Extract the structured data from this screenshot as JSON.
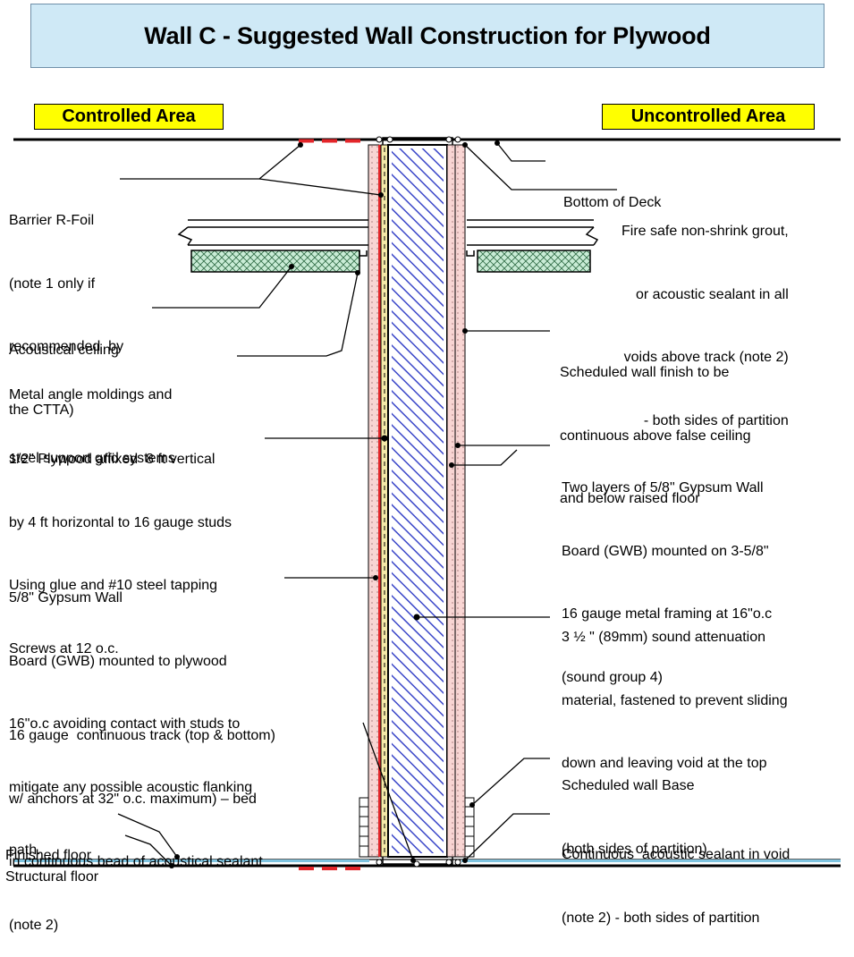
{
  "title": "Wall C - Suggested Wall Construction for Plywood",
  "areas": {
    "controlled": "Controlled Area",
    "uncontrolled": "Uncontrolled Area"
  },
  "left_notes": {
    "barrier": [
      "Barrier R-Foil",
      "(note 1 only if",
      "recommended  by",
      "the CTTA)"
    ],
    "ceiling": [
      "Acoustical ceiling"
    ],
    "moldings": [
      "Metal angle moldings and",
      "steel support grid systems"
    ],
    "plywood": [
      "1/2\" Plywood affixed  8 ft vertical",
      "by 4 ft horizontal to 16 gauge studs",
      "Using glue and #10 steel tapping",
      "Screws at 12 o.c."
    ],
    "gwb": [
      "5/8\" Gypsum Wall",
      "Board (GWB) mounted to plywood",
      "16\"o.c avoiding contact with studs to",
      "mitigate any possible acoustic flanking",
      "path."
    ],
    "track": [
      "16 gauge  continuous track (top & bottom)",
      "w/ anchors at 32\" o.c. maximum) – bed",
      "in continuous bead of acoustical sealant",
      "(note 2)"
    ],
    "finished_floor": [
      "Finished floor"
    ],
    "structural_floor": [
      "Structural floor"
    ]
  },
  "right_notes": {
    "deck": [
      "Bottom of Deck"
    ],
    "grout": [
      "Fire safe non-shrink grout,",
      "or acoustic sealant in all",
      "voids above track (note 2)",
      "- both sides of partition"
    ],
    "finish": [
      "Scheduled wall finish to be",
      "continuous above false ceiling",
      "and below raised floor"
    ],
    "two_layers": [
      "Two layers of 5/8\" Gypsum Wall",
      "Board (GWB) mounted on 3-5/8\"",
      "16 gauge metal framing at 16\"o.c",
      "(sound group 4)"
    ],
    "attenuation": [
      "3 ½ \" (89mm) sound attenuation",
      "material, fastened to prevent sliding",
      "down and leaving void at the top"
    ],
    "base": [
      "Scheduled wall Base",
      "(both sides of partition)"
    ],
    "sealant": [
      "Continuous  acoustic sealant in void",
      "(note 2) - both sides of partition"
    ]
  },
  "colors": {
    "title_bg": "#cfe9f6",
    "label_bg": "#ffff00",
    "gwb_fill": "#f8d5d3",
    "foil": "#e3262a",
    "hatch": "#3b47c9",
    "ceiling_fill": "#c9ecd6"
  }
}
